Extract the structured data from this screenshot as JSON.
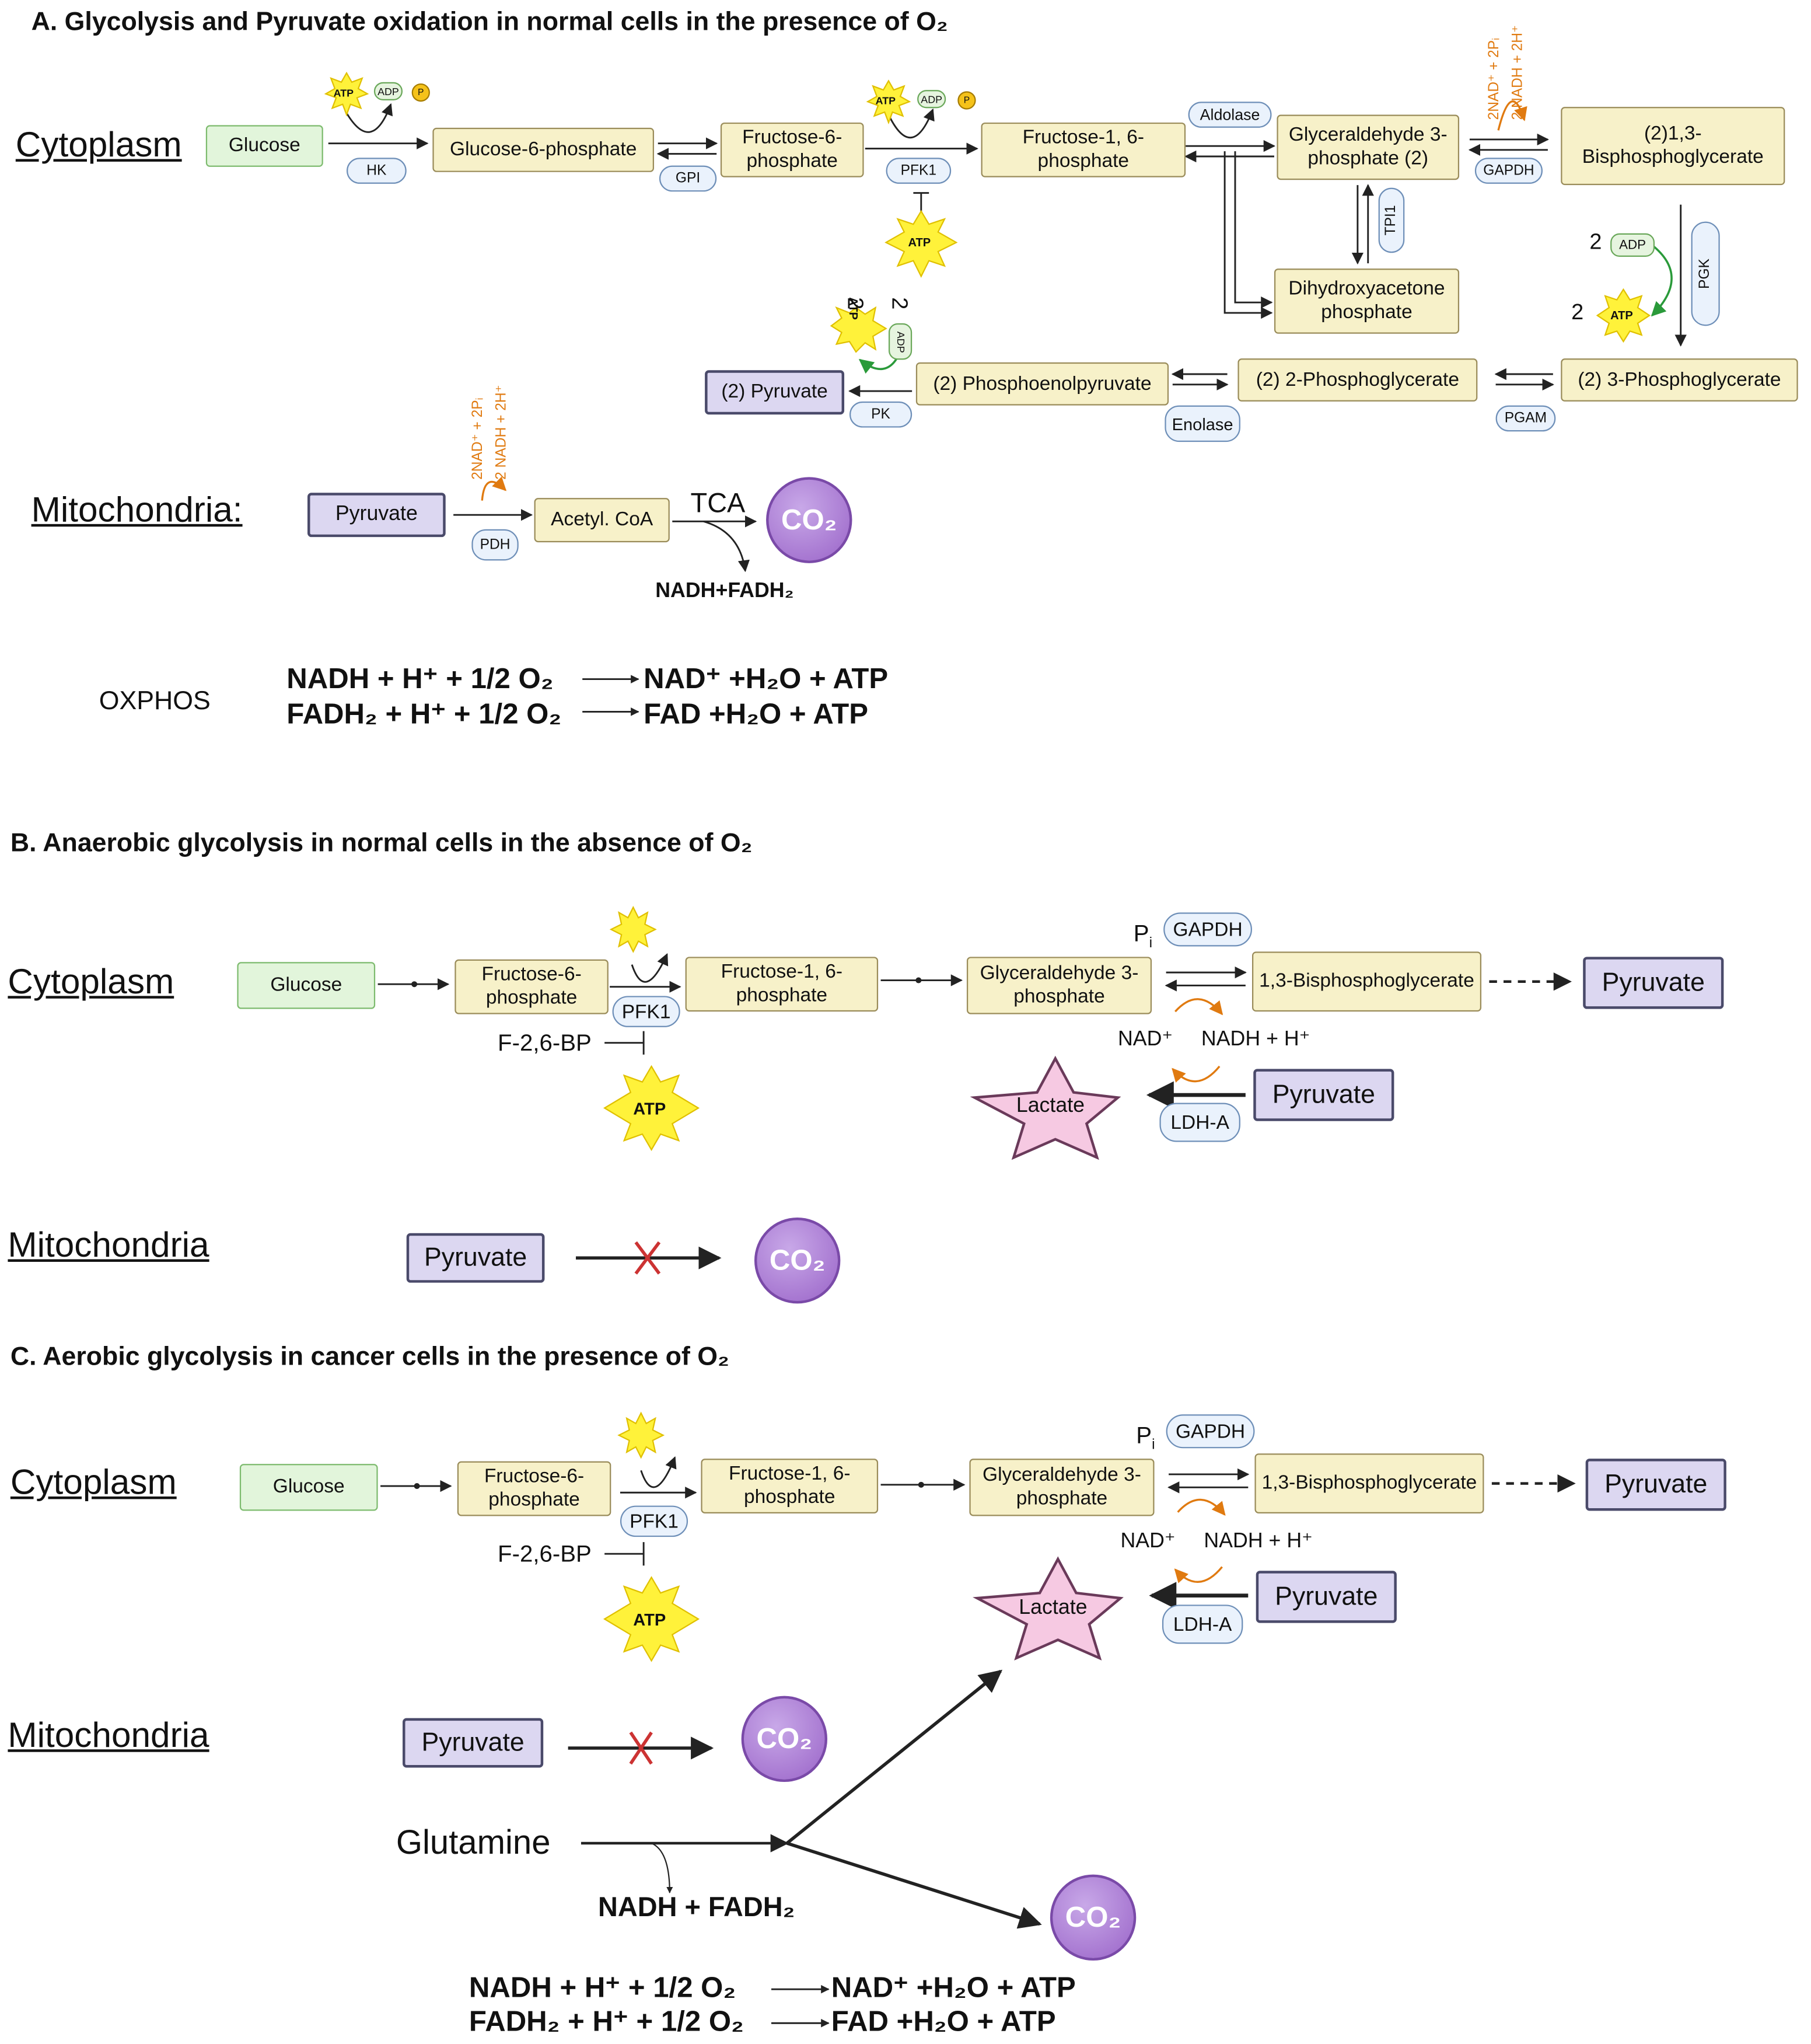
{
  "sections": {
    "a_title": "A. Glycolysis and Pyruvate oxidation in normal cells in the presence of O₂",
    "b_title": "B. Anaerobic glycolysis in normal cells in the absence of O₂",
    "c_title": "C. Aerobic glycolysis in cancer cells in the presence of O₂"
  },
  "regions": {
    "a_cyto": "Cytoplasm",
    "a_mito": "Mitochondria:",
    "b_cyto": "Cytoplasm",
    "b_mito": "Mitochondria",
    "c_cyto": "Cytoplasm",
    "c_mito": "Mitochondria"
  },
  "a": {
    "glucose": "Glucose",
    "g6p": "Glucose-6-phosphate",
    "f6p": "Fructose-6-phosphate",
    "f16bp": "Fructose-1, 6-phosphate",
    "g3p": "Glyceraldehyde 3-phosphate (2)",
    "bpg": "(2)1,3-Bisphosphoglycerate",
    "dhap": "Dihydroxyacetone phosphate",
    "pg3": "(2) 3-Phosphoglycerate",
    "pg2": "(2) 2-Phosphoglycerate",
    "pep": "(2) Phosphoenolpyruvate",
    "pyruvate": "(2) Pyruvate",
    "mito_pyruvate": "Pyruvate",
    "acetyl": "Acetyl. CoA",
    "tca": "TCA",
    "nadh_fadh": "NADH+FADH₂",
    "oxphos": "OXPHOS",
    "eq1_left": "NADH + H⁺ + 1/2 O₂",
    "eq1_right": "NAD⁺ +H₂O + ATP",
    "eq2_left": "FADH₂ + H⁺ +  1/2 O₂",
    "eq2_right": "FAD    +H₂O + ATP",
    "gapdh_cofactor_1": "2NAD⁺ + 2Pᵢ",
    "gapdh_cofactor_2": "2 NADH + 2H⁺",
    "pdh_cofactor_1": "2NAD⁺ + 2Pᵢ",
    "pdh_cofactor_2": "2 NADH + 2H⁺",
    "two": "2",
    "co2": "CO₂",
    "enzymes": {
      "hk": "HK",
      "gpi": "GPI",
      "pfk1": "PFK1",
      "aldolase": "Aldolase",
      "tpi1": "TPI1",
      "gapdh": "GAPDH",
      "pgk": "PGK",
      "pgam": "PGAM",
      "enolase": "Enolase",
      "pk": "PK",
      "pdh": "PDH"
    },
    "atp": "ATP",
    "adp": "ADP",
    "p": "P"
  },
  "b": {
    "glucose": "Glucose",
    "f6p": "Fructose-6-phosphate",
    "f16bp": "Fructose-1, 6-phosphate",
    "g3p": "Glyceraldehyde 3-phosphate",
    "bpg": "1,3-Bisphosphoglycerate",
    "pyruvate_end": "Pyruvate",
    "pyruvate_ldh": "Pyruvate",
    "lactate": "Lactate",
    "ldha": "LDH-A",
    "gapdh": "GAPDH",
    "pfk1": "PFK1",
    "pi": "P",
    "pi_sub": "i",
    "nad": "NAD⁺",
    "nadh": "NADH + H⁺",
    "f26bp": "F-2,6-BP",
    "atp": "ATP",
    "mito_pyruvate": "Pyruvate",
    "co2": "CO₂"
  },
  "c": {
    "glucose": "Glucose",
    "f6p": "Fructose-6-phosphate",
    "f16bp": "Fructose-1, 6-phosphate",
    "g3p": "Glyceraldehyde 3-phosphate",
    "bpg": "1,3-Bisphosphoglycerate",
    "pyruvate_end": "Pyruvate",
    "pyruvate_ldh": "Pyruvate",
    "lactate": "Lactate",
    "ldha": "LDH-A",
    "gapdh": "GAPDH",
    "pfk1": "PFK1",
    "pi": "P",
    "pi_sub": "i",
    "nad": "NAD⁺",
    "nadh": "NADH + H⁺",
    "f26bp": "F-2,6-BP",
    "atp": "ATP",
    "mito_pyruvate": "Pyruvate",
    "co2_a": "CO₂",
    "co2_b": "CO₂",
    "glutamine": "Glutamine",
    "nadh_fadh": "NADH + FADH₂",
    "eq1_left": "NADH + H⁺ + 1/2 O₂",
    "eq1_right": "NAD⁺ +H₂O + ATP",
    "eq2_left": "FADH₂ + H⁺ +  1/2 O₂",
    "eq2_right": "FAD    +H₂O + ATP"
  },
  "colors": {
    "metabolite_fill": "#f7f1c9",
    "glucose_fill": "#e2f5db",
    "pyruvate_fill": "#dcd7f1",
    "enzyme_fill": "#eaf2fc",
    "atp_burst": "#fff23a",
    "co2_purple": "#9a64c8",
    "lactate_pink": "#f6c9e2",
    "cofactor_orange": "#e07a10",
    "blocked_red": "#cc3333"
  }
}
